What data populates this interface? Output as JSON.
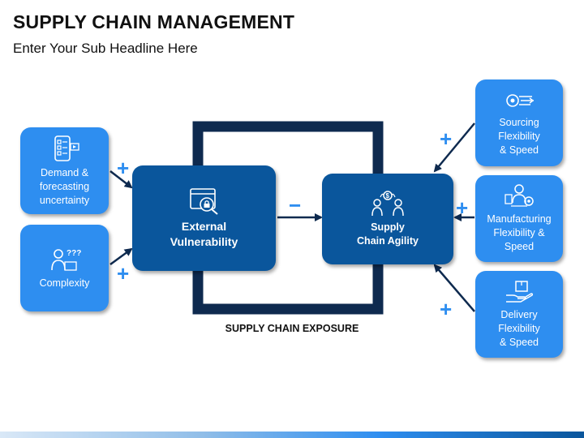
{
  "header": {
    "title": "SUPPLY CHAIN MANAGEMENT",
    "subtitle": "Enter Your Sub Headline Here"
  },
  "left_boxes": [
    {
      "label": "Demand &\nforecasting\nuncertainty",
      "icon": "tablet-checklist-icon"
    },
    {
      "label": "Complexity",
      "icon": "person-question-icon"
    }
  ],
  "center_left": {
    "label": "External\nVulnerability",
    "icon": "browser-lock-icon"
  },
  "center_right": {
    "label": "Supply\nChain Agility",
    "icon": "people-exchange-icon"
  },
  "right_boxes": [
    {
      "label": "Sourcing\nFlexibility\n& Speed",
      "icon": "speed-gear-icon"
    },
    {
      "label": "Manufacturing\nFlexibility &\nSpeed",
      "icon": "worker-gears-icon"
    },
    {
      "label": "Delivery\nFlexibility\n& Speed",
      "icon": "hand-box-icon"
    }
  ],
  "signs": {
    "plus": "+",
    "minus": "−"
  },
  "exposure_label": "SUPPLY CHAIN EXPOSURE",
  "colors": {
    "light_blue": "#2e8ef0",
    "dark_blue": "#0a569c",
    "navy": "#0e2a4f"
  }
}
